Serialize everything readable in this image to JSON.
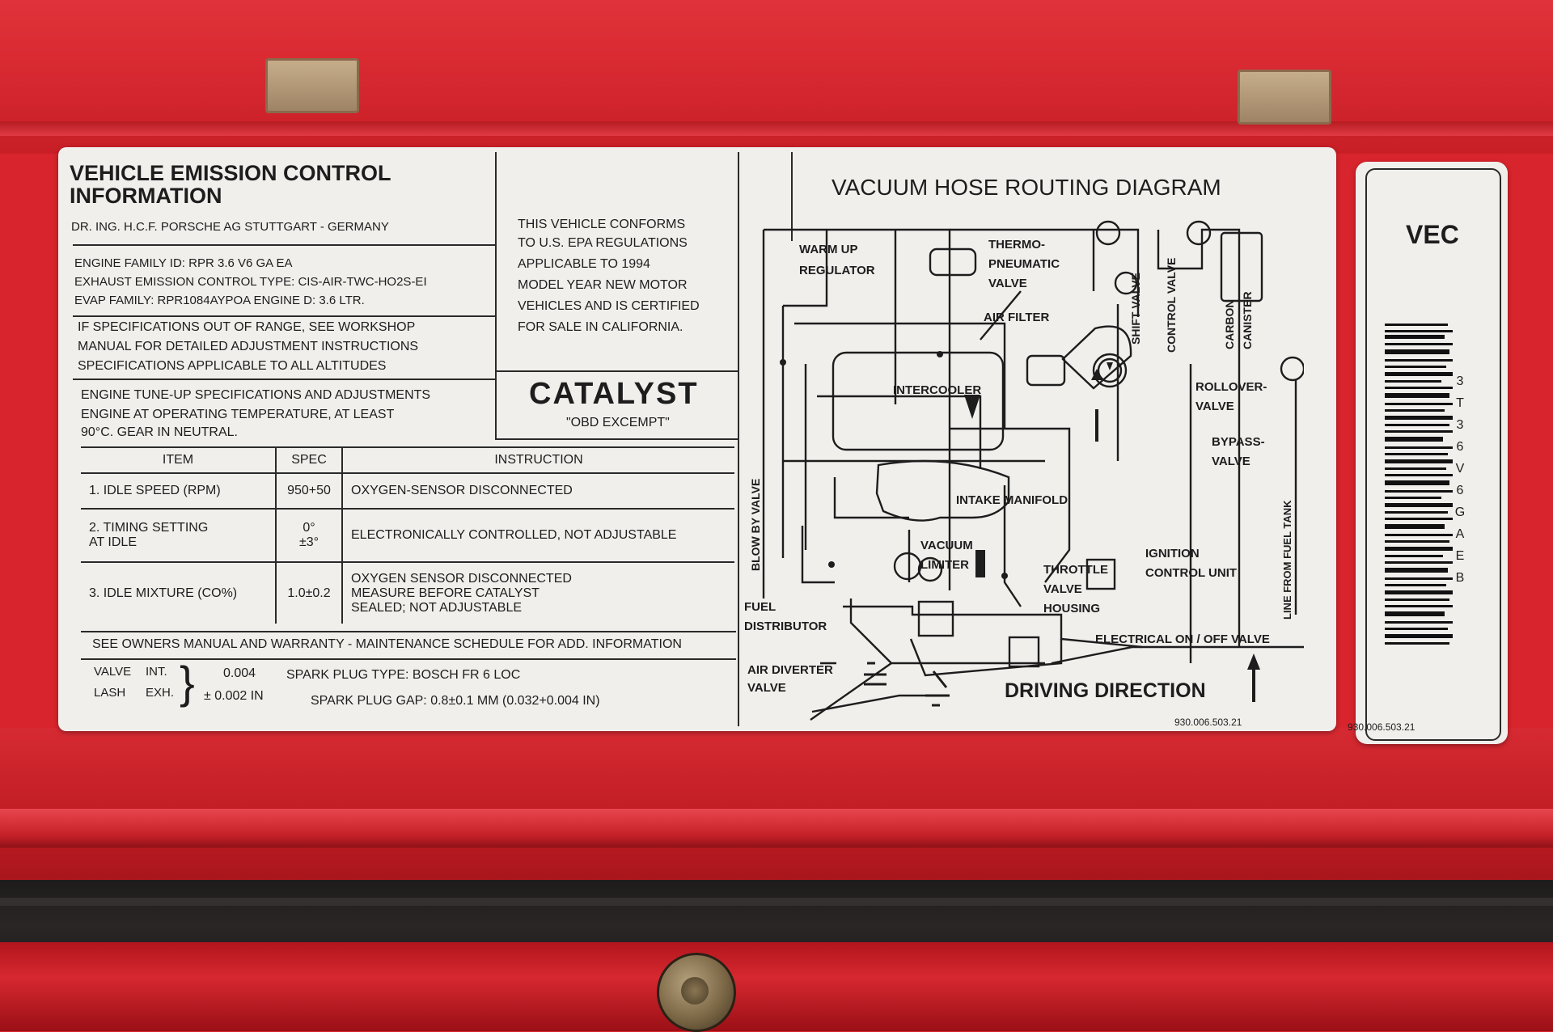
{
  "label": {
    "title": "VEHICLE EMISSION CONTROL INFORMATION",
    "manufacturer": "DR. ING. H.C.F. PORSCHE AG STUTTGART - GERMANY",
    "engine_family": "ENGINE FAMILY ID: RPR 3.6 V6 GA EA",
    "exhaust_control": "EXHAUST EMISSION CONTROL TYPE: CIS-AIR-TWC-HO2S-EI",
    "evap_family": "EVAP FAMILY: RPR1084AYPOA      ENGINE D: 3.6 LTR.",
    "spec_notice_1": "IF SPECIFICATIONS OUT OF RANGE, SEE WORKSHOP",
    "spec_notice_2": "MANUAL FOR DETAILED ADJUSTMENT INSTRUCTIONS",
    "spec_notice_3": "SPECIFICATIONS APPLICABLE TO ALL ALTITUDES",
    "tuneup_1": "ENGINE TUNE-UP SPECIFICATIONS AND ADJUSTMENTS",
    "tuneup_2": "ENGINE AT OPERATING TEMPERATURE, AT LEAST",
    "tuneup_3": "90°C. GEAR IN NEUTRAL.",
    "conform_1": "THIS VEHICLE CONFORMS",
    "conform_2": "TO U.S. EPA REGULATIONS",
    "conform_3": "APPLICABLE TO 1994",
    "conform_4": "MODEL YEAR NEW MOTOR",
    "conform_5": "VEHICLES AND IS CERTIFIED",
    "conform_6": "FOR SALE IN CALIFORNIA.",
    "catalyst": "CATALYST",
    "obd": "\"OBD EXCEMPT\"",
    "table_headers": [
      "ITEM",
      "SPEC",
      "INSTRUCTION"
    ],
    "table_rows": [
      {
        "item": "1. IDLE SPEED (RPM)",
        "spec": "950+50",
        "instruction": "OXYGEN-SENSOR DISCONNECTED"
      },
      {
        "item": "2. TIMING SETTING\n    AT IDLE",
        "spec": "0°\n±3°",
        "instruction": "ELECTRONICALLY CONTROLLED, NOT ADJUSTABLE"
      },
      {
        "item": "3. IDLE MIXTURE (CO%)",
        "spec": "1.0±0.2",
        "instruction": "OXYGEN SENSOR DISCONNECTED\nMEASURE BEFORE CATALYST\nSEALED; NOT ADJUSTABLE"
      }
    ],
    "owners_note": "SEE OWNERS MANUAL AND WARRANTY - MAINTENANCE SCHEDULE FOR ADD. INFORMATION",
    "valve_lash": "VALVE",
    "lash": "LASH",
    "int": "INT.",
    "exh": "EXH.",
    "int_value": "0.004",
    "exh_value": "± 0.002 IN",
    "spark_plug_type": "SPARK PLUG TYPE:   BOSCH FR 6 LOC",
    "spark_plug_gap": "SPARK PLUG GAP:     0.8±0.1 MM (0.032+0.004 IN)"
  },
  "diagram": {
    "title": "VACUUM HOSE ROUTING DIAGRAM",
    "warm_up_1": "WARM UP",
    "warm_up_2": "REGULATOR",
    "thermo_1": "THERMO-",
    "thermo_2": "PNEUMATIC",
    "thermo_3": "VALVE",
    "shift_valve": "SHIFT VALVE",
    "control_valve": "CONTROL VALVE",
    "carbon_1": "CARBON",
    "carbon_2": "CANISTER",
    "air_filter": "AIR FILTER",
    "intercooler": "INTERCOOLER",
    "rollover_1": "ROLLOVER-",
    "rollover_2": "VALVE",
    "bypass_1": "BYPASS-",
    "bypass_2": "VALVE",
    "blow_by": "BLOW BY VALVE",
    "intake_manifold": "INTAKE MANIFOLD",
    "vacuum_1": "VACUUM",
    "vacuum_2": "LIMITER",
    "throttle_1": "THROTTLE",
    "throttle_2": "VALVE",
    "throttle_3": "HOUSING",
    "ignition_1": "IGNITION",
    "ignition_2": "CONTROL UNIT",
    "fuel_tank": "LINE FROM FUEL TANK",
    "fuel_dist_1": "FUEL",
    "fuel_dist_2": "DISTRIBUTOR",
    "electrical": "ELECTRICAL ON / OFF VALVE",
    "air_diverter_1": "AIR DIVERTER",
    "air_diverter_2": "VALVE",
    "driving_direction": "DRIVING DIRECTION",
    "part_number": "930.006.503.21"
  },
  "vec_label": {
    "title": "VEC",
    "barcode_chars": [
      "3",
      "T",
      "3",
      "6",
      "V",
      "6",
      "G",
      "A",
      "E",
      "B"
    ],
    "part_number": "930.006.503.21"
  },
  "colors": {
    "paint": "#d8242c",
    "label": "#f1efec",
    "ink": "#1d1d1d"
  }
}
